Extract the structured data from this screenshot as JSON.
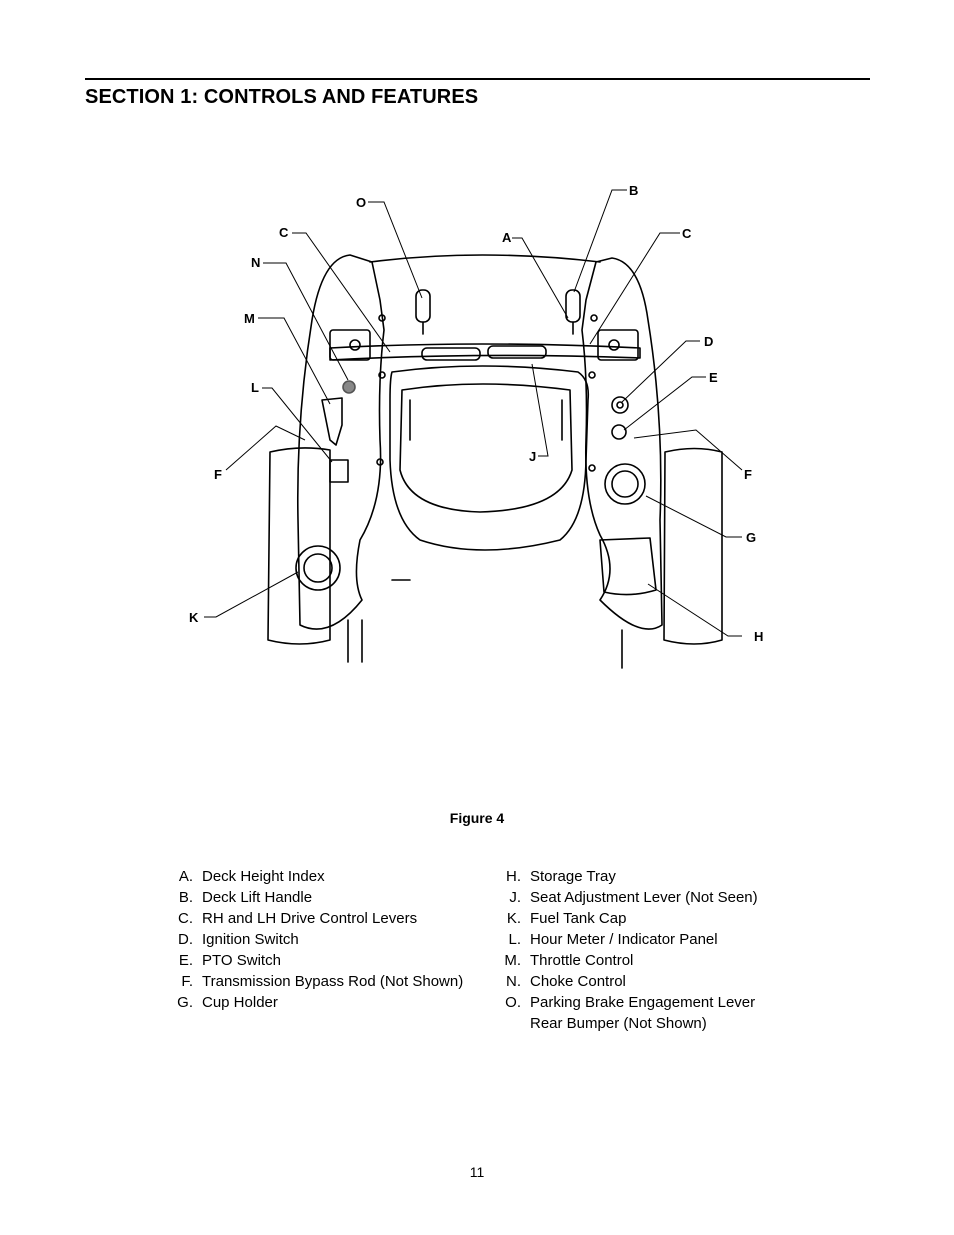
{
  "header": {
    "section_title": "SECTION 1: CONTROLS AND FEATURES"
  },
  "figure": {
    "caption": "Figure 4",
    "callouts": {
      "A": "A",
      "B": "B",
      "C_left": "C",
      "C_right": "C",
      "D": "D",
      "E": "E",
      "F_left": "F",
      "F_right": "F",
      "G": "G",
      "H": "H",
      "J": "J",
      "K": "K",
      "L": "L",
      "M": "M",
      "N": "N",
      "O": "O"
    }
  },
  "legend": {
    "left": [
      {
        "letter": "A.",
        "desc": "Deck Height Index"
      },
      {
        "letter": "B.",
        "desc": "Deck Lift Handle"
      },
      {
        "letter": "C.",
        "desc": "RH and LH Drive Control Levers"
      },
      {
        "letter": "D.",
        "desc": "Ignition  Switch"
      },
      {
        "letter": "E.",
        "desc": "PTO Switch"
      },
      {
        "letter": "F.",
        "desc": "Transmission Bypass Rod (Not Shown)"
      },
      {
        "letter": "G.",
        "desc": "Cup Holder"
      }
    ],
    "right": [
      {
        "letter": "H.",
        "desc": "Storage Tray"
      },
      {
        "letter": "J.",
        "desc": "Seat Adjustment Lever (Not Seen)"
      },
      {
        "letter": "K.",
        "desc": "Fuel Tank Cap"
      },
      {
        "letter": "L.",
        "desc": "Hour Meter / Indicator Panel"
      },
      {
        "letter": "M.",
        "desc": "Throttle Control"
      },
      {
        "letter": "N.",
        "desc": "Choke Control"
      },
      {
        "letter": "O.",
        "desc": "Parking Brake Engagement Lever\nRear Bumper (Not Shown)"
      }
    ]
  },
  "footer": {
    "page_number": "11"
  }
}
